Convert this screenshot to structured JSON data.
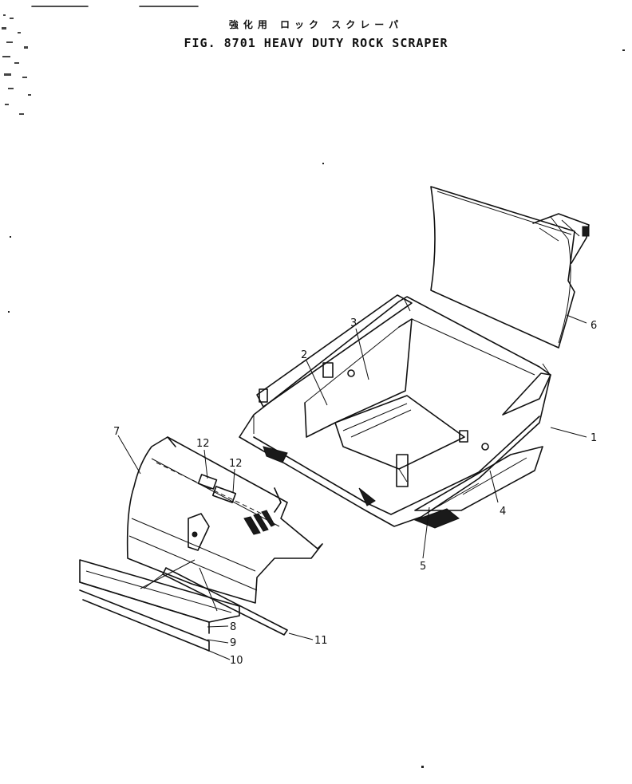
{
  "title_jp": "強化用 ロック スクレーパ",
  "title": "FIG. 8701 HEAVY DUTY ROCK SCRAPER",
  "callouts": [
    {
      "label": "1"
    },
    {
      "label": "2"
    },
    {
      "label": "3"
    },
    {
      "label": "4"
    },
    {
      "label": "5"
    },
    {
      "label": "6"
    },
    {
      "label": "7"
    },
    {
      "label": "8"
    },
    {
      "label": "9"
    },
    {
      "label": "10"
    },
    {
      "label": "11"
    },
    {
      "label": "12"
    },
    {
      "label": "12"
    }
  ]
}
